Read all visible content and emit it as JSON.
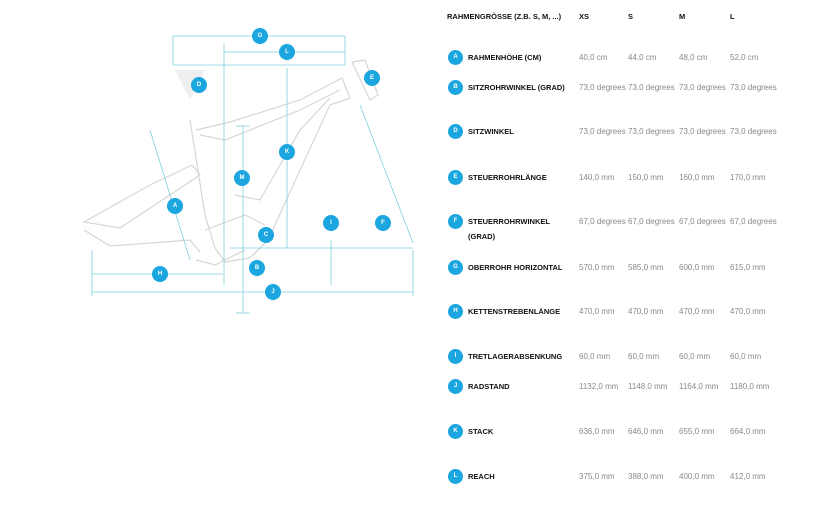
{
  "diagram": {
    "labels": {
      "G": "G",
      "L": "L",
      "D": "D",
      "E": "E",
      "K": "K",
      "M": "M",
      "A": "A",
      "C": "C",
      "I": "I",
      "F": "F",
      "B": "B",
      "H": "H",
      "J": "J"
    }
  },
  "table": {
    "header": {
      "label": "RAHMENGRÖSSE (Z.B. S, M, ...)",
      "sizes": [
        "XS",
        "S",
        "M",
        "L"
      ]
    },
    "rows": [
      {
        "badge": "A",
        "name": "RAHMENHÖHE (CM)",
        "values": [
          "40,0 cm",
          "44,0 cm",
          "48,0 cm",
          "52,0 cm"
        ]
      },
      {
        "badge": "B",
        "name": "SITZROHRWINKEL (GRAD)",
        "values": [
          "73,0 degrees",
          "73,0 degrees",
          "73,0 degrees",
          "73,0 degrees"
        ]
      },
      {
        "badge": "D",
        "name": "SITZWINKEL",
        "values": [
          "73,0 degrees",
          "73,0 degrees",
          "73,0 degrees",
          "73,0 degrees"
        ]
      },
      {
        "badge": "E",
        "name": "STEUERROHRLÄNGE",
        "values": [
          "140,0 mm",
          "150,0 mm",
          "160,0 mm",
          "170,0 mm"
        ]
      },
      {
        "badge": "F",
        "name": "STEUERROHRWINKEL (GRAD)",
        "values": [
          "67,0 degrees",
          "67,0 degrees",
          "67,0 degrees",
          "67,0 degrees"
        ]
      },
      {
        "badge": "G",
        "name": "OBERROHR HORIZONTAL",
        "values": [
          "570,0 mm",
          "585,0 mm",
          "600,0 mm",
          "615,0 mm"
        ]
      },
      {
        "badge": "H",
        "name": "KETTENSTREBENLÄNGE",
        "values": [
          "470,0 mm",
          "470,0 mm",
          "470,0 mm",
          "470,0 mm"
        ]
      },
      {
        "badge": "I",
        "name": "TRETLAGERABSENKUNG",
        "values": [
          "60,0 mm",
          "60,0 mm",
          "60,0 mm",
          "60,0 mm"
        ]
      },
      {
        "badge": "J",
        "name": "RADSTAND",
        "values": [
          "1132,0 mm",
          "1148,0 mm",
          "1164,0 mm",
          "1180,0 mm"
        ]
      },
      {
        "badge": "K",
        "name": "STACK",
        "values": [
          "636,0 mm",
          "646,0 mm",
          "655,0 mm",
          "664,0 mm"
        ]
      },
      {
        "badge": "L",
        "name": "REACH",
        "values": [
          "375,0 mm",
          "388,0 mm",
          "400,0 mm",
          "412,0 mm"
        ]
      }
    ]
  },
  "colors": {
    "accent": "#1ba6df",
    "dimension": "#7fcfe0",
    "frame": "#d6d6d6"
  }
}
